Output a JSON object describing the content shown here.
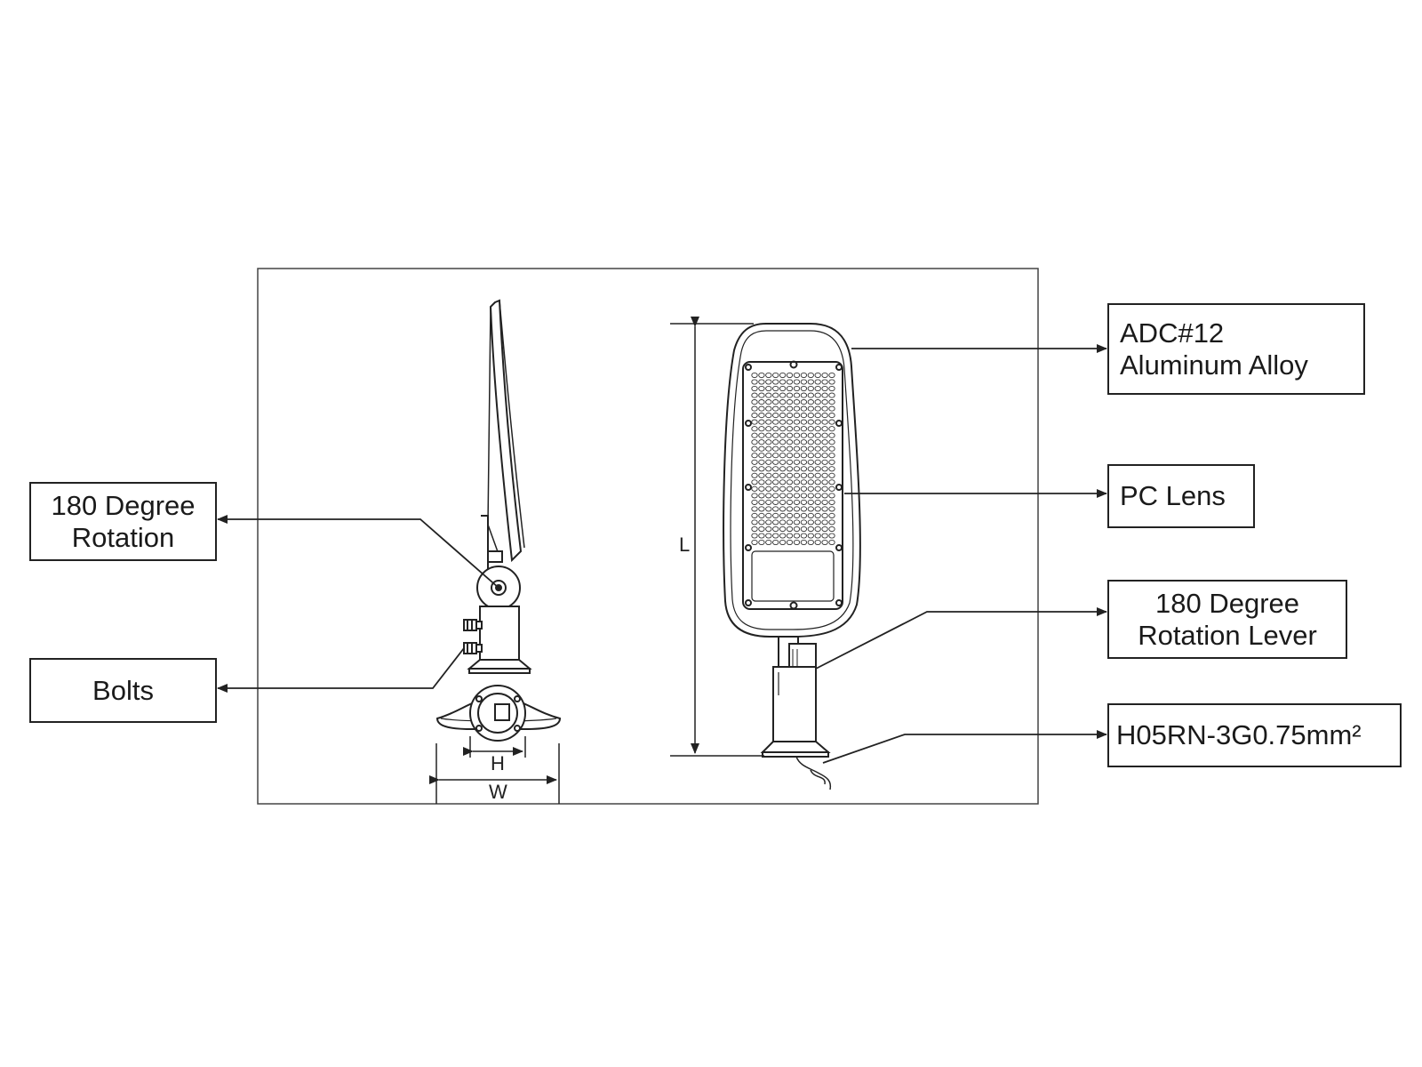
{
  "callouts": {
    "rotation_left": [
      "180 Degree",
      "Rotation"
    ],
    "bolts": "Bolts",
    "material": [
      "ADC#12",
      "Aluminum Alloy"
    ],
    "lens": "PC Lens",
    "lever": [
      "180 Degree",
      "Rotation Lever"
    ],
    "cable": "H05RN-3G0.75mm²"
  },
  "dimensions": {
    "length": "L",
    "height": "H",
    "width": "W"
  },
  "colors": {
    "line": "#222222",
    "background": "#ffffff"
  }
}
